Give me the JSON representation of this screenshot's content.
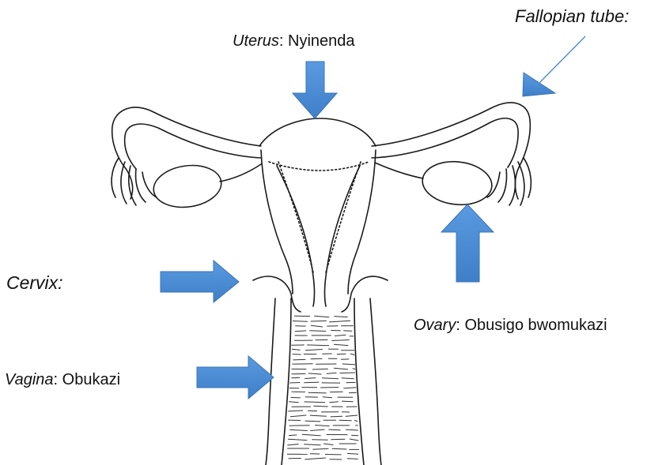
{
  "labels": {
    "fallopian": {
      "term": "Fallopian tube:",
      "sep": "",
      "translation": ""
    },
    "uterus": {
      "term": "Uterus",
      "sep": ": ",
      "translation": "Nyinenda"
    },
    "cervix": {
      "term": "Cervix:",
      "sep": "",
      "translation": ""
    },
    "ovary": {
      "term": "Ovary",
      "sep": ": ",
      "translation": "Obusigo bwomukazi"
    },
    "vagina": {
      "term": "Vagina",
      "sep": ": ",
      "translation": "Obukazi"
    }
  },
  "colors": {
    "arrow_fill": "#4f8fd6",
    "arrow_edge": "#3a74b8",
    "line": "#1a1a1a"
  }
}
